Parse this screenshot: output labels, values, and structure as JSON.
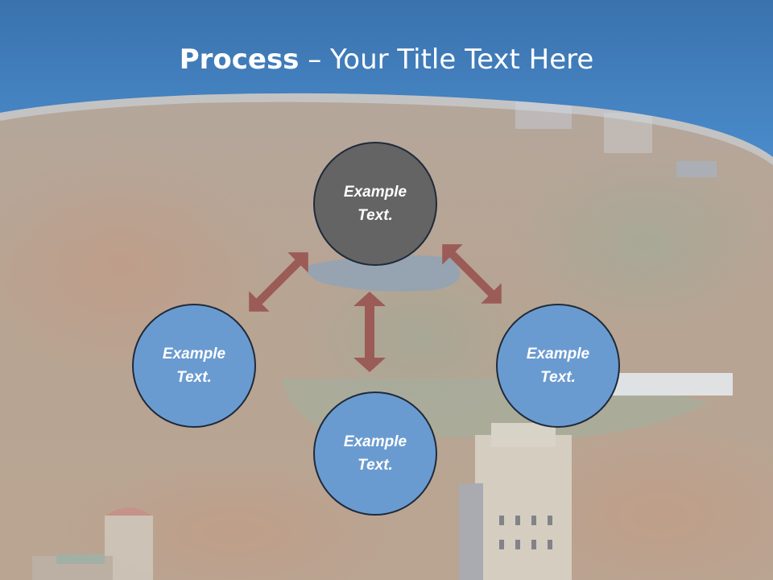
{
  "title": {
    "main": "Process",
    "rest": " – Your Title Text Here"
  },
  "colors": {
    "header_blue": "#3f7fbf",
    "center_circle": "#646464",
    "outer_circles": "#6a9bd0",
    "arrows": "#9b5b56"
  },
  "nodes": {
    "top": {
      "line1": "Example",
      "line2": "Text."
    },
    "left": {
      "line1": "Example",
      "line2": "Text."
    },
    "bottom": {
      "line1": "Example",
      "line2": "Text."
    },
    "right": {
      "line1": "Example",
      "line2": "Text."
    }
  }
}
